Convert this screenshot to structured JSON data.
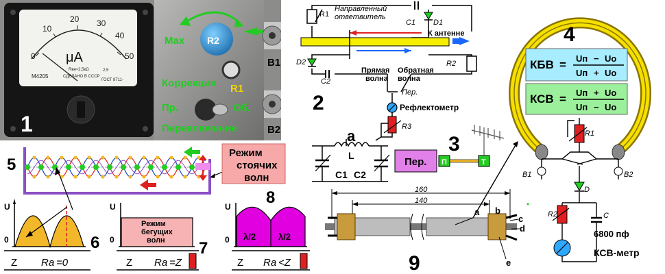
{
  "panels": {
    "p1": {
      "num": "1",
      "scale": [
        "0",
        "10",
        "20",
        "30",
        "40",
        "50"
      ],
      "unit": "μA",
      "model": "M4205",
      "made": "СДЕЛАНО В СССР",
      "gost": "ГОСТ 8711-",
      "rint": "Rвн≈2,5кΩ",
      "acc": "2,5"
    },
    "p2": {
      "num": "2",
      "r1": "R1",
      "c1": "C1",
      "d1": "D1",
      "d2": "D2",
      "c2": "C2",
      "r2": "R2",
      "r3": "R3",
      "coupler": [
        "Направленный",
        "ответвитель"
      ],
      "to_ant": "К антенне",
      "fwd": [
        "Прямая",
        "волна"
      ],
      "rev": [
        "Обратная",
        "волна"
      ],
      "per": "Пер.",
      "refl": "Рефлектометр"
    },
    "p3": {
      "num": "3",
      "tx": "Пер.",
      "p": "П",
      "t": "Т",
      "a": "а",
      "l": "L",
      "c1": "C1",
      "c2": "C2"
    },
    "p4": {
      "num": "4",
      "kbv": "КБВ",
      "ksv": "КСВ",
      "un": "Uп",
      "uo": "Uо",
      "r1": "R1",
      "r2": "R2",
      "b1": "B1",
      "b2": "B2",
      "d": "D",
      "c": "C",
      "cap": "6800 пф",
      "meter": "КСВ-метр"
    },
    "p5": {
      "num": "5",
      "title": [
        "Режим",
        "стоячих",
        "волн"
      ]
    },
    "p6": {
      "num": "6",
      "u": "U",
      "zero": "0",
      "z": "Z",
      "ra": "Ra",
      "cond": "=0"
    },
    "p7": {
      "num": "7",
      "title": [
        "Режим",
        "бегущих",
        "волн"
      ],
      "u": "U",
      "zero": "0",
      "z": "Z",
      "ra": "Ra",
      "cond": "=Z"
    },
    "p8": {
      "num": "8",
      "half": "λ/2",
      "u": "U",
      "zero": "0",
      "z": "Z",
      "ra": "Ra",
      "cond": "<Z"
    },
    "p9": {
      "num": "9",
      "d160": "160",
      "d140": "140",
      "a": "a",
      "b": "b",
      "c": "c",
      "d": "d",
      "e": "e"
    },
    "labels": {
      "max": "Max",
      "r2": "R2",
      "b1": "B1",
      "b2": "B2",
      "korr": "Коррекция",
      "r1": "R1",
      "pr": "Пр.",
      "ob": "Об.",
      "switch": "Переключение"
    }
  },
  "colors": {
    "green": "#22cc22",
    "yellow": "#f5d400",
    "orange": "#f2b829",
    "magenta": "#e000e0",
    "pink": "#f7b3b3",
    "blue": "#1a66ff",
    "red": "#e02020",
    "purple": "#8a4fc4"
  }
}
